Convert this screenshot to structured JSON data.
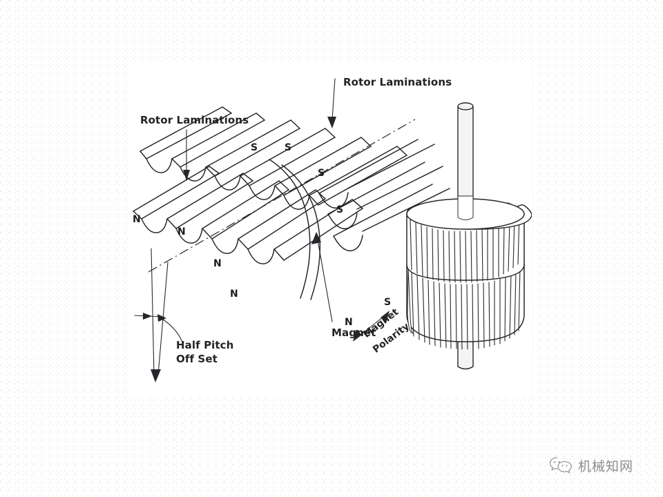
{
  "slide": {
    "background_color": "#ffffff",
    "dot_grid_color": "#e9edf2"
  },
  "figure": {
    "panel_background": "#ffffff",
    "line_color": "#25272b",
    "title_absent": true,
    "labels": {
      "rotor_laminations_left": "Rotor Laminations",
      "rotor_laminations_top": "Rotor Laminations",
      "magnet": "Magnet",
      "magnet_polarity": "Magnet\nPolarity",
      "magnet_polarity_line1": "Magnet",
      "magnet_polarity_line2": "Polarity",
      "half_pitch_line1": "Half Pitch",
      "half_pitch_line2": "Off Set",
      "polarity_north": "N",
      "polarity_south": "S"
    },
    "pole_marks": {
      "north": [
        "N",
        "N",
        "N",
        "N"
      ],
      "south": [
        "S",
        "S",
        "S",
        "S"
      ]
    }
  },
  "watermark": {
    "text": "机械知网",
    "icon": "wechat-icon",
    "color": "#8d8d8d"
  }
}
